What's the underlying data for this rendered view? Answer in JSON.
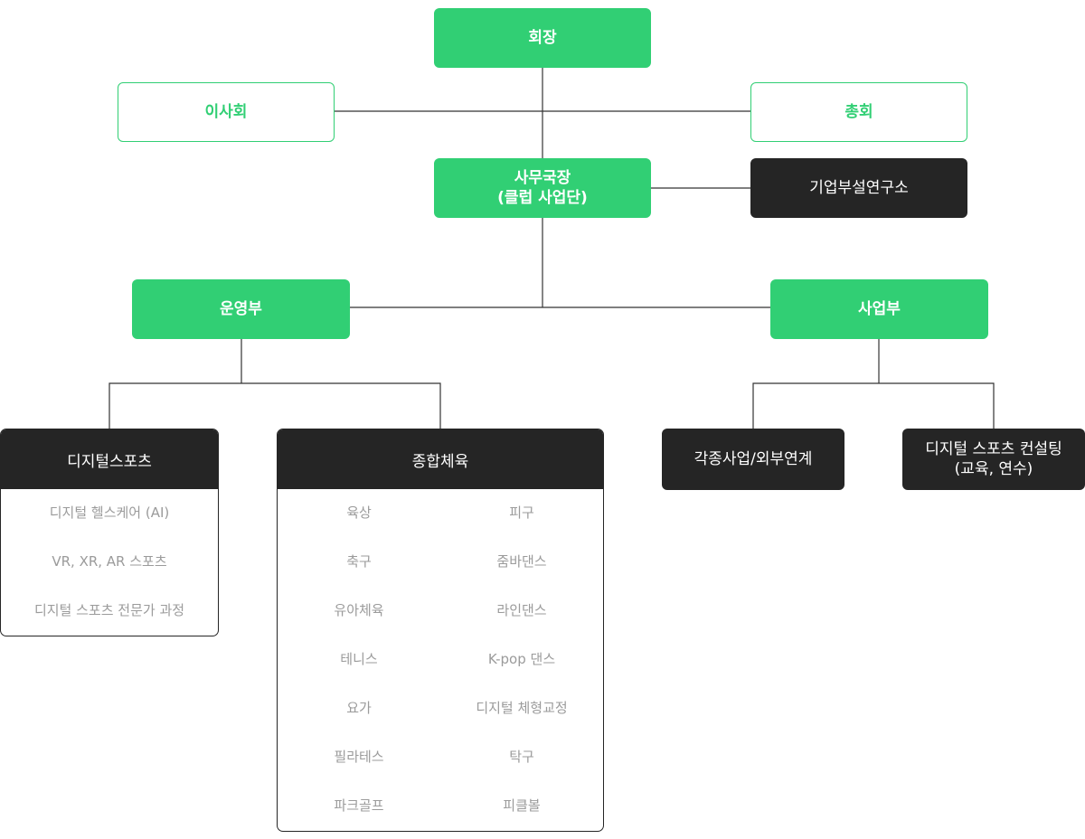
{
  "colors": {
    "accent": "#31cf74",
    "dark": "#252525",
    "item_text": "#9b9b9b",
    "line": "#333333"
  },
  "nodes": {
    "chairman": "회장",
    "board": "이사회",
    "general_assembly": "총회",
    "secretary_general": {
      "line1": "사무국장",
      "line2": "(클럽 사업단)"
    },
    "research_lab": "기업부설연구소",
    "operations": "운영부",
    "business": "사업부",
    "digital_sports": {
      "title": "디지털스포츠",
      "items": [
        "디지털 헬스케어 (AI)",
        "VR, XR, AR 스포츠",
        "디지털 스포츠 전문가 과정"
      ]
    },
    "general_sports": {
      "title": "종합체육",
      "items": [
        "육상",
        "피구",
        "축구",
        "줌바댄스",
        "유아체육",
        "라인댄스",
        "테니스",
        "K-pop 댄스",
        "요가",
        "디지털 체형교정",
        "필라테스",
        "탁구",
        "파크골프",
        "피클볼"
      ]
    },
    "various_projects": "각종사업/외부연계",
    "digital_consulting": {
      "line1": "디지털 스포츠 컨설팅",
      "line2": "(교육, 연수)"
    }
  }
}
